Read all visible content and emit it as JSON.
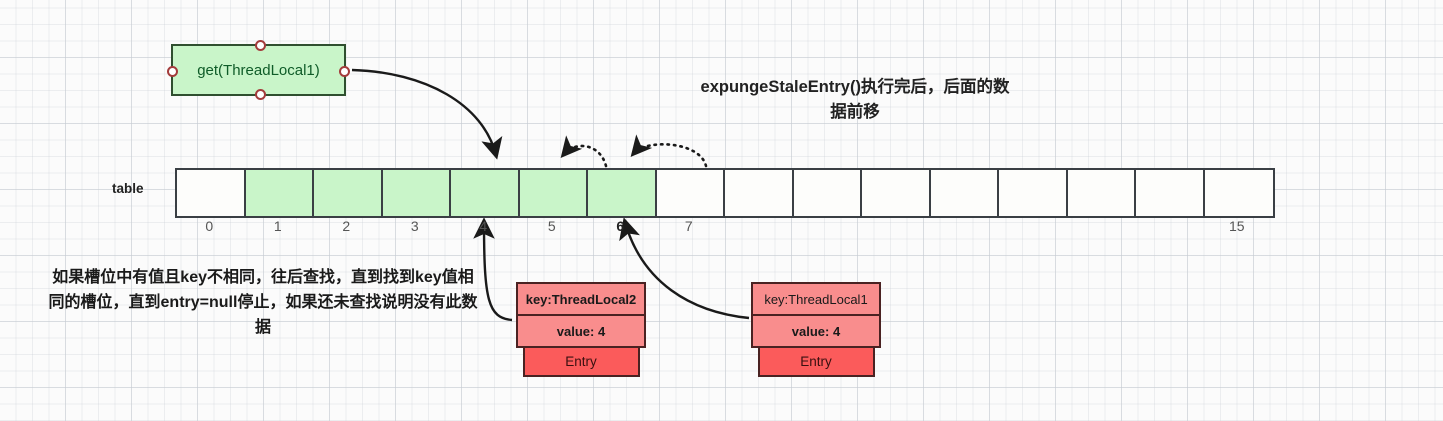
{
  "diagram": {
    "title": "expungeStaleEntry()执行完后，后面的数据前移",
    "call_box": {
      "label": "get(ThreadLocal1)"
    },
    "left_note": "如果槽位中有值且key不相同，往后查找，直到找到key值相同的槽位，直到entry=null停止，如果还未查找说明没有此数据",
    "table": {
      "label": "table",
      "indices": [
        "0",
        "1",
        "2",
        "3",
        "4",
        "5",
        "6",
        "7",
        "",
        "",
        "",
        "",
        "",
        "",
        "",
        "15"
      ],
      "filled": [
        false,
        true,
        true,
        true,
        true,
        true,
        true,
        false,
        false,
        false,
        false,
        false,
        false,
        false,
        false,
        false
      ],
      "highlight_index": "6",
      "cell_count": 16
    },
    "entries": [
      {
        "key": "key:ThreadLocal2",
        "value": "value: 4",
        "tag": "Entry",
        "key_bold": true,
        "points_to_index": "4"
      },
      {
        "key": "key:ThreadLocal1",
        "value": "value: 4",
        "tag": "Entry",
        "key_bold": false,
        "points_to_index": "6"
      }
    ],
    "shift_arrows": [
      {
        "from_index": "6",
        "to_index": "5",
        "style": "dotted"
      },
      {
        "from_index": "7",
        "to_index": "6",
        "style": "dotted"
      }
    ],
    "colors": {
      "cell_fill": "#c9f5c9",
      "cell_border": "#3a3f44",
      "entry_fill": "#f98d8d",
      "entry_tag_fill": "#fb5b5b",
      "entry_border": "#4a2222",
      "call_box_fill": "#c9f5c9",
      "call_box_text": "#0f5c28",
      "handle_border": "#a33b3b",
      "arrow": "#1a1a1a"
    }
  }
}
